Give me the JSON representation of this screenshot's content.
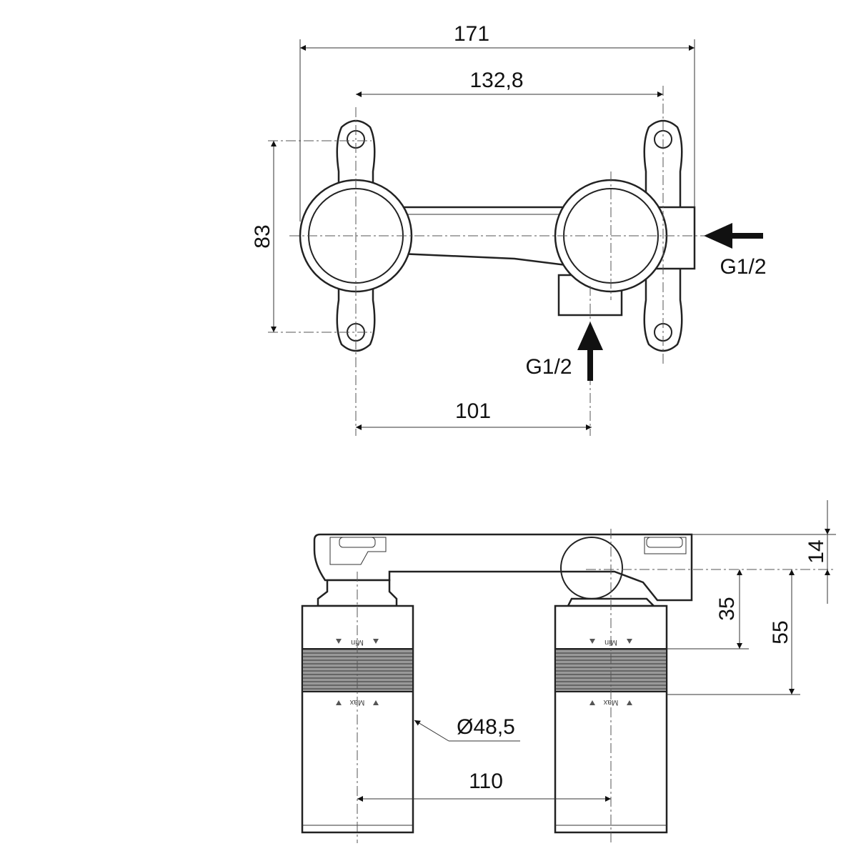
{
  "top_view": {
    "dim_overall_width": "171",
    "dim_hole_spacing": "132,8",
    "dim_height": "83",
    "dim_outlet_offset": "101",
    "inlet_side_label": "G1/2",
    "inlet_bottom_label": "G1/2"
  },
  "side_view": {
    "dim_body_height": "14",
    "dim_min_depth": "35",
    "dim_max_depth": "55",
    "dim_diameter": "Ø48,5",
    "dim_center_spacing": "110",
    "min_label": "Min",
    "max_label": "Max"
  }
}
